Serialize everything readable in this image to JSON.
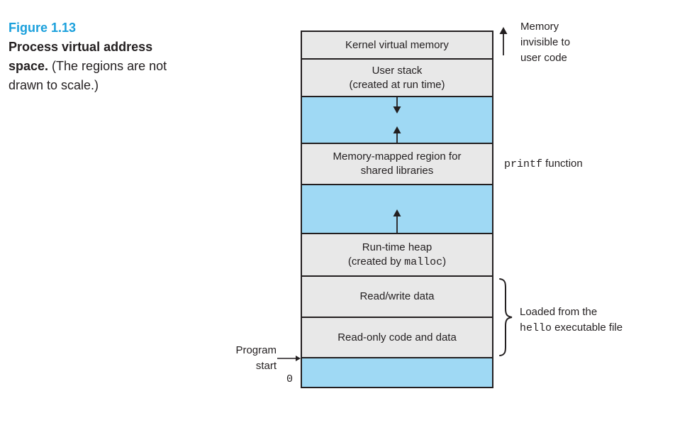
{
  "caption": {
    "figure_label": "Figure 1.13",
    "title_line1": "Process virtual address",
    "title_line2_bold": "space.",
    "title_line2_rest": " (The regions are not",
    "title_line3": "drawn to scale.)"
  },
  "diagram": {
    "regions": [
      {
        "label": "Kernel virtual memory",
        "fill": "gray"
      },
      {
        "label": "User stack",
        "sublabel": "(created at run time)",
        "fill": "gray"
      },
      {
        "fill": "blue",
        "icons": "down-arrow, up-arrow"
      },
      {
        "label": "Memory-mapped region for",
        "sublabel": "shared libraries",
        "fill": "gray"
      },
      {
        "fill": "blue",
        "icons": "up-arrow"
      },
      {
        "label": "Run-time heap",
        "sublabel_pre": "(created by ",
        "sublabel_code": "malloc",
        "sublabel_post": ")",
        "fill": "gray"
      },
      {
        "label": "Read/write data",
        "fill": "gray"
      },
      {
        "label": "Read-only code and data",
        "fill": "gray"
      },
      {
        "fill": "blue"
      }
    ],
    "zero_label": "0"
  },
  "annotations": {
    "memory_invisible": {
      "lines": [
        "Memory",
        "invisible to",
        "user code"
      ]
    },
    "printf_label": {
      "code": "printf",
      "rest": " function"
    },
    "loaded_label": {
      "line1": "Loaded from the",
      "line2_code": "hello",
      "line2_rest": " executable file"
    },
    "program_start": {
      "lines": [
        "Program",
        "start"
      ]
    }
  },
  "colors": {
    "ink": "#231f20",
    "region_gray": "#e8e8e8",
    "region_blue": "#9fd9f4",
    "figure_label_blue": "#1ba0dc"
  }
}
